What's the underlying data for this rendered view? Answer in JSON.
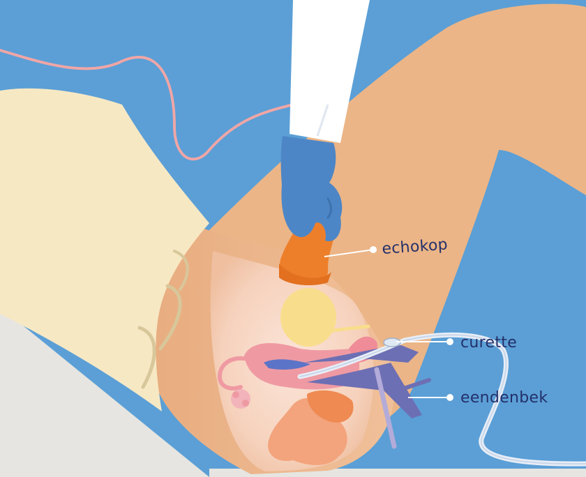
{
  "labels": {
    "echokop": "echokop",
    "curette": "curette",
    "eendenbek": "eendenbek"
  },
  "colors": {
    "background": "#5b9fd6",
    "skin": "#ebb587",
    "gown": "#f7e8c4",
    "table": "#e6e5e1",
    "glove": "#4d86c6",
    "probe": "#ee7f2a",
    "uterus": "#ef9aa3",
    "bladder": "#f8de8c",
    "speculum": "#6d6fb4",
    "label_text": "#24306a"
  }
}
